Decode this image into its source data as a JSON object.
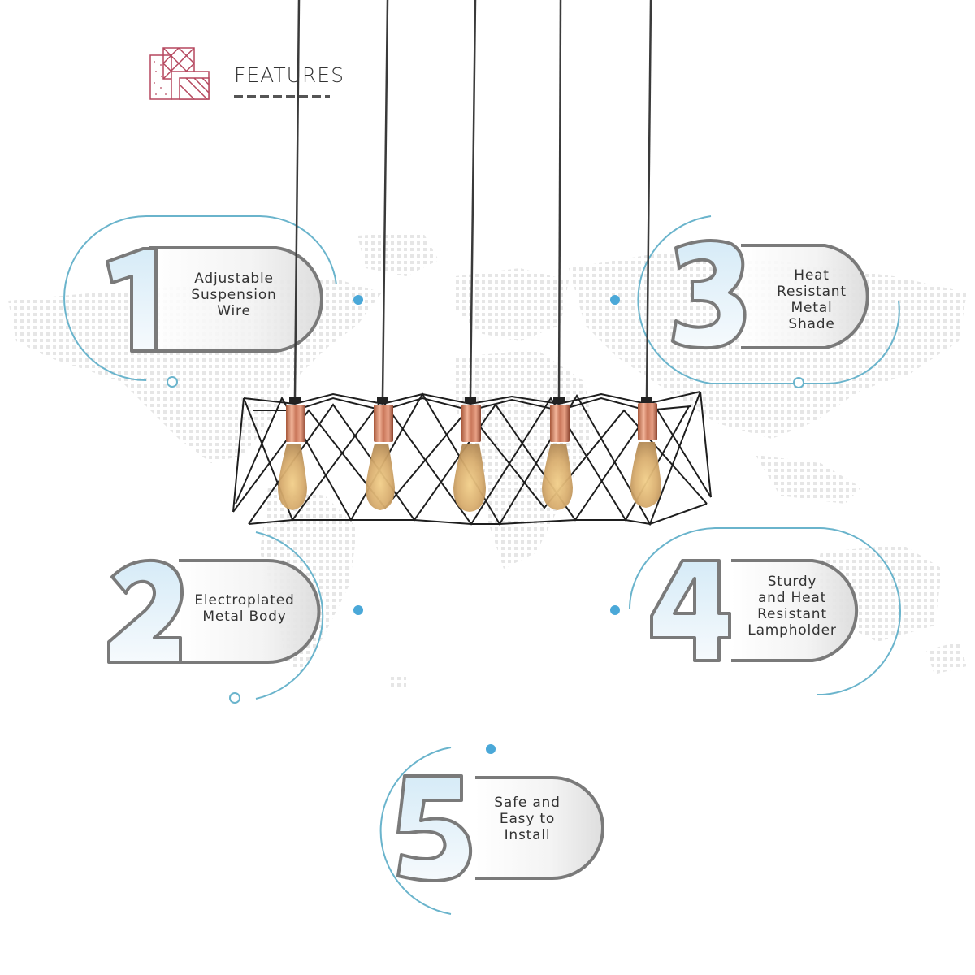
{
  "header": {
    "title": "FEATURES",
    "icon": "materials-pattern-icon"
  },
  "colors": {
    "accent_blue": "#4aa8d8",
    "arc_blue": "#6ab4cc",
    "outline_gray": "#7a7a7a",
    "header_icon": "#b5475e",
    "text": "#333333"
  },
  "features": [
    {
      "number": "1",
      "lines": [
        "Adjustable",
        "Suspension",
        "Wire"
      ]
    },
    {
      "number": "2",
      "lines": [
        "Electroplated",
        "Metal Body"
      ]
    },
    {
      "number": "3",
      "lines": [
        "Heat",
        "Resistant",
        "Metal",
        "Shade"
      ]
    },
    {
      "number": "4",
      "lines": [
        "Sturdy",
        "and Heat",
        "Resistant",
        "Lampholder"
      ]
    },
    {
      "number": "5",
      "lines": [
        "Safe and",
        "Easy to",
        "Install"
      ]
    }
  ],
  "product": {
    "name": "5-light geometric wire cage pendant",
    "bulb_count": 5
  }
}
